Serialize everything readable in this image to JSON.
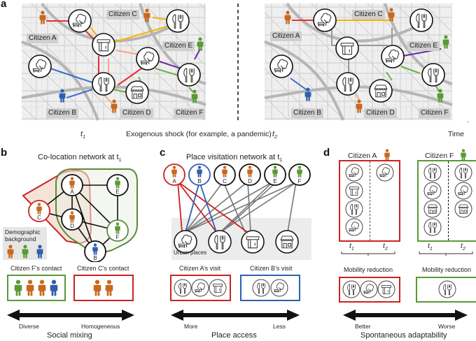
{
  "colors": {
    "orange": "#c8681e",
    "green": "#5a9a34",
    "blue": "#2f5fae",
    "red": "#d22020",
    "yellow": "#f5b400",
    "peach": "#f0aa80",
    "purple": "#6a2aa8",
    "line_green": "#6ab048",
    "gray_line": "#777777",
    "map_bg": "#ededed",
    "label_bg": "#cfcfcf"
  },
  "panel_a": {
    "letter": "a",
    "maps": [
      {
        "name": "map-t1",
        "citizens": [
          "Citizen A",
          "Citizen B",
          "Citizen C",
          "Citizen D",
          "Citizen E",
          "Citizen F"
        ]
      },
      {
        "name": "map-t2",
        "citizens": [
          "Citizen A",
          "Citizen B",
          "Citizen C",
          "Citizen D",
          "Citizen E",
          "Citizen F"
        ]
      }
    ],
    "timeline": {
      "t1": "t",
      "t1_sub": "1",
      "shock_label": "Exogenous shock (for example, a pandemic)",
      "t2": "t",
      "t2_sub": "2",
      "time_label": "Time"
    }
  },
  "panel_b": {
    "letter": "b",
    "title": "Co-location network at t",
    "title_sub": "1",
    "nodes": [
      {
        "id": "A",
        "group": "orange"
      },
      {
        "id": "B",
        "group": "blue"
      },
      {
        "id": "C",
        "group": "orange"
      },
      {
        "id": "D",
        "group": "orange"
      },
      {
        "id": "E",
        "group": "green"
      },
      {
        "id": "F",
        "group": "green"
      }
    ],
    "edges": [
      [
        "A",
        "C"
      ],
      [
        "A",
        "D"
      ],
      [
        "A",
        "E"
      ],
      [
        "A",
        "F"
      ],
      [
        "A",
        "B"
      ],
      [
        "C",
        "D"
      ],
      [
        "D",
        "F"
      ],
      [
        "D",
        "B"
      ],
      [
        "E",
        "F"
      ],
      [
        "F",
        "B"
      ]
    ],
    "legend_title_line1": "Demographic",
    "legend_title_line2": "background",
    "contact_f_label": "Citizen F’s contact",
    "contact_c_label": "Citizen C’s contact",
    "contact_f": [
      "green",
      "orange",
      "orange",
      "blue"
    ],
    "contact_c": [
      "orange",
      "orange"
    ],
    "axis_left": "Diverse",
    "axis_right": "Homogeneous",
    "axis_title": "Social mixing"
  },
  "panel_c": {
    "letter": "c",
    "title": "Place visitation network at t",
    "title_sub": "1",
    "citizens": [
      {
        "id": "A",
        "group": "orange",
        "ring": "red"
      },
      {
        "id": "B",
        "group": "blue",
        "ring": "blue"
      },
      {
        "id": "C",
        "group": "orange",
        "ring": "black"
      },
      {
        "id": "D",
        "group": "orange",
        "ring": "black"
      },
      {
        "id": "E",
        "group": "green",
        "ring": "black"
      },
      {
        "id": "F",
        "group": "green",
        "ring": "black"
      }
    ],
    "places": [
      "park-icon",
      "restaurant-icon",
      "atm-icon",
      "store-icon"
    ],
    "urban_places_label": "Urban places",
    "visit_a_label": "Citizen A’s visit",
    "visit_b_label": "Citizen B’s visit",
    "visit_a": [
      "restaurant-icon",
      "park-icon",
      "atm-icon"
    ],
    "visit_b": [
      "restaurant-icon",
      "park-icon"
    ],
    "axis_left": "More",
    "axis_right": "Less",
    "axis_title": "Place access"
  },
  "panel_d": {
    "letter": "d",
    "citizen_a_label": "Citizen A",
    "citizen_f_label": "Citizen F",
    "citizen_a_t1": [
      "park-icon",
      "atm-icon",
      "restaurant-icon",
      "park-icon"
    ],
    "citizen_a_t2": [
      "park-icon"
    ],
    "citizen_f_t1": [
      "restaurant-icon",
      "park-icon",
      "store-icon",
      "restaurant-icon"
    ],
    "citizen_f_t2": [
      "restaurant-icon",
      "park-icon",
      "store-icon"
    ],
    "t1": "t",
    "t1_sub": "1",
    "t2": "t",
    "t2_sub": "2",
    "mobility_label_a": "Mobility reduction",
    "mobility_label_f": "Mobility reduction",
    "reduction_a": [
      "restaurant-icon",
      "park-icon",
      "atm-icon"
    ],
    "reduction_f": [
      "restaurant-icon"
    ],
    "axis_left": "Better",
    "axis_right": "Worse",
    "axis_title": "Spontaneous adaptability"
  }
}
